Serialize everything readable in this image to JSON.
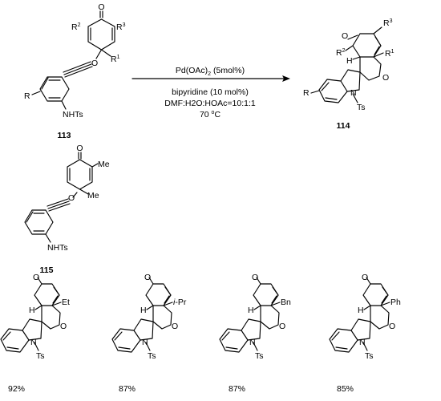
{
  "compounds": {
    "c113": "113",
    "c114": "114",
    "c115": "115"
  },
  "atoms": {
    "O": "O",
    "H": "H",
    "N": "N",
    "NHTs": "NHTs",
    "Ts": "Ts",
    "R": "R",
    "R1": "R",
    "R1_sup": "1",
    "R2": "R",
    "R2_sup": "2",
    "R3": "R",
    "R3_sup": "3",
    "Me": "Me"
  },
  "conditions": {
    "catalyst": "Pd(OAc)",
    "catalyst_sub": "2",
    "catalyst_load": " (5mol%)",
    "ligand": "bipyridine (10 mol%)",
    "solvent": "DMF:H2O:HOAc=10:1:1",
    "temp_value": "70 ",
    "temp_deg": "o",
    "temp_unit": "C"
  },
  "products": [
    {
      "substituent": "Et",
      "yield": "92%"
    },
    {
      "substituent": "i-Pr",
      "italic_prefix": "i",
      "yield": "87%"
    },
    {
      "substituent": "Bn",
      "yield": "87%"
    },
    {
      "substituent": "Ph",
      "yield": "85%"
    }
  ]
}
